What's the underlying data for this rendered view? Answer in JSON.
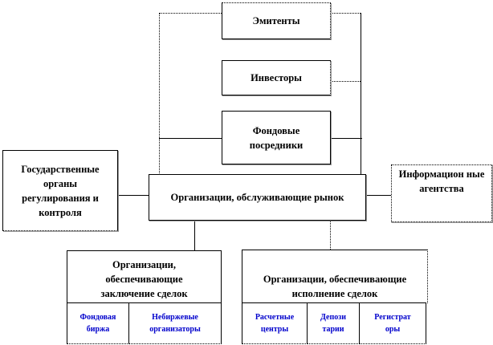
{
  "boxes": {
    "emitents": "Эмитенты",
    "investors": "Инвесторы",
    "intermediaries": "Фондовые посредники",
    "government": "Государственные органы регулирования и контроля",
    "market_orgs": "Организации, обслуживающие рынок",
    "info_agencies": "Информацион ные агентства",
    "deal_conclusion": "Организации, обеспечивающие заключение сделок",
    "deal_execution": "Организации, обеспечивающие исполнение сделок"
  },
  "conclusion_cells": [
    "Фондовая биржа",
    "Небиржевые организаторы"
  ],
  "execution_cells": [
    "Расчетные центры",
    "Депози тарии",
    "Регистрат оры"
  ],
  "colors": {
    "cell_text": "#0000cc"
  }
}
